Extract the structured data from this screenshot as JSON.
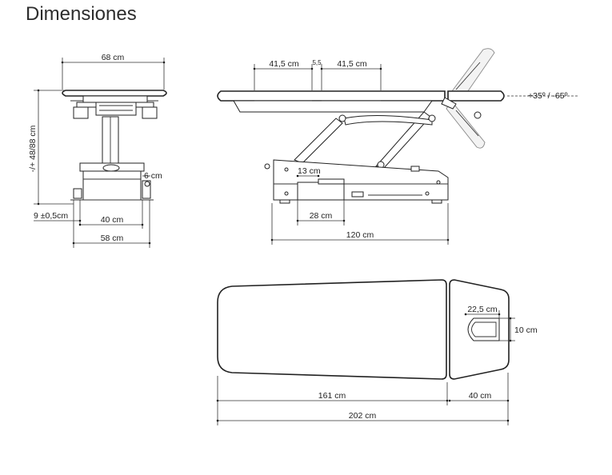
{
  "page": {
    "title": "Dimensiones"
  },
  "front_view": {
    "width_top": "68 cm",
    "height": "-/+ 48/88 cm",
    "wheel_offset": "6 cm",
    "foot_offset": "9 ±0,5cm",
    "base_inner": "40 cm",
    "base_outer": "58 cm"
  },
  "side_view": {
    "section_left": "41,5 cm",
    "section_gap": "5,5",
    "section_right": "41,5 cm",
    "head_angle": "+35º / -65º",
    "pedal_height": "13 cm",
    "pedal_width": "28 cm",
    "base_length": "120 cm"
  },
  "top_view": {
    "face_hole_length": "22,5 cm",
    "face_hole_width": "10 cm",
    "body_length": "161 cm",
    "head_length": "40 cm",
    "total_length": "202 cm"
  },
  "colors": {
    "line": "#222222",
    "ghost": "#888888",
    "text": "#2a2a2a"
  }
}
